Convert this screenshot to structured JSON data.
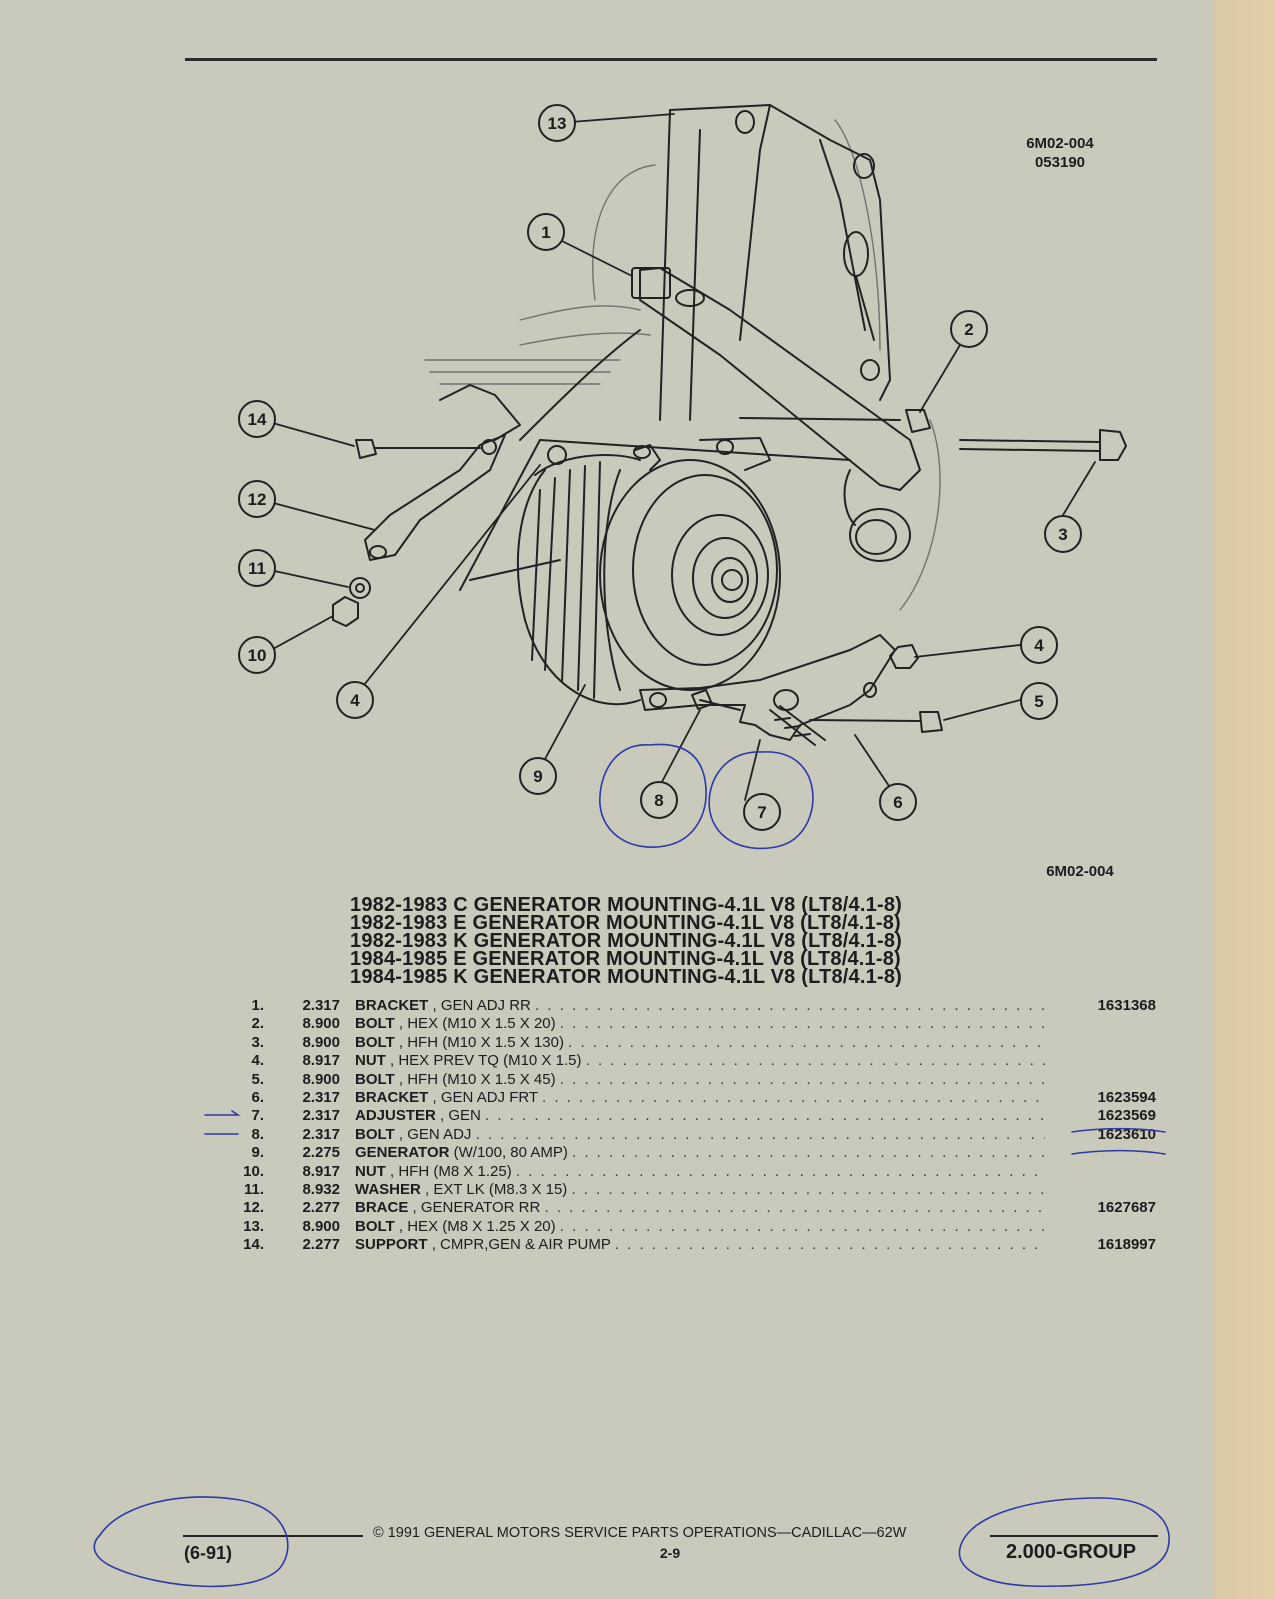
{
  "header": {
    "figure_codes": [
      "6M02-004",
      "053190"
    ],
    "caption_code": "6M02-004"
  },
  "callouts": [
    "1",
    "2",
    "3",
    "4",
    "4",
    "5",
    "6",
    "7",
    "8",
    "9",
    "10",
    "11",
    "12",
    "13",
    "14"
  ],
  "titles": [
    "1982-1983 C GENERATOR MOUNTING-4.1L V8 (LT8/4.1-8)",
    "1982-1983 E GENERATOR MOUNTING-4.1L V8 (LT8/4.1-8)",
    "1982-1983 K GENERATOR MOUNTING-4.1L V8 (LT8/4.1-8)",
    "1984-1985 E GENERATOR MOUNTING-4.1L V8 (LT8/4.1-8)",
    "1984-1985 K GENERATOR MOUNTING-4.1L V8 (LT8/4.1-8)"
  ],
  "parts": [
    {
      "num": "1.",
      "group": "2.317",
      "name": "BRACKET",
      "detail": ", GEN ADJ RR",
      "pn": "1631368"
    },
    {
      "num": "2.",
      "group": "8.900",
      "name": "BOLT",
      "detail": ", HEX (M10 X 1.5 X 20)",
      "pn": ""
    },
    {
      "num": "3.",
      "group": "8.900",
      "name": "BOLT",
      "detail": ", HFH (M10 X 1.5 X 130)",
      "pn": ""
    },
    {
      "num": "4.",
      "group": "8.917",
      "name": "NUT",
      "detail": ", HEX PREV TQ (M10 X 1.5)",
      "pn": ""
    },
    {
      "num": "5.",
      "group": "8.900",
      "name": "BOLT",
      "detail": ", HFH (M10 X 1.5 X 45)",
      "pn": ""
    },
    {
      "num": "6.",
      "group": "2.317",
      "name": "BRACKET",
      "detail": ", GEN ADJ FRT",
      "pn": "1623594"
    },
    {
      "num": "7.",
      "group": "2.317",
      "name": "ADJUSTER",
      "detail": ", GEN",
      "pn": "1623569"
    },
    {
      "num": "8.",
      "group": "2.317",
      "name": "BOLT",
      "detail": ", GEN ADJ",
      "pn": "1623610"
    },
    {
      "num": "9.",
      "group": "2.275",
      "name": "GENERATOR",
      "detail": "(W/100, 80 AMP)",
      "pn": ""
    },
    {
      "num": "10.",
      "group": "8.917",
      "name": "NUT",
      "detail": ", HFH (M8 X 1.25)",
      "pn": ""
    },
    {
      "num": "11.",
      "group": "8.932",
      "name": "WASHER",
      "detail": ", EXT LK (M8.3 X 15)",
      "pn": ""
    },
    {
      "num": "12.",
      "group": "2.277",
      "name": "BRACE",
      "detail": ", GENERATOR RR",
      "pn": "1627687"
    },
    {
      "num": "13.",
      "group": "8.900",
      "name": "BOLT",
      "detail": ", HEX (M8 X 1.25 X 20)",
      "pn": ""
    },
    {
      "num": "14.",
      "group": "2.277",
      "name": "SUPPORT",
      "detail": ", CMPR,GEN & AIR PUMP",
      "pn": "1618997"
    }
  ],
  "footer": {
    "date": "(6-91)",
    "copyright": "©  1991  GENERAL MOTORS SERVICE PARTS OPERATIONS—CADILLAC—62W",
    "page": "2-9",
    "group": "2.000-GROUP"
  },
  "colors": {
    "paper": "#c9cabb",
    "ink": "#1d1d1d",
    "pen": "#2b3aa8"
  }
}
